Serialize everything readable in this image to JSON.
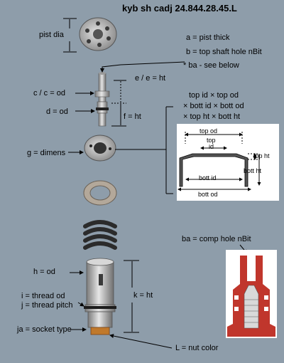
{
  "title": "kyb sh cadj    24.844.28.45.L",
  "labels": {
    "pist_dia": "pist dia",
    "a": "a = pist thick",
    "b": "b = top shaft hole nBit",
    "ba_note": "* ba - see below",
    "e": "e / e = ht",
    "c": "c / c = od",
    "d": "d = od",
    "f": "f = ht",
    "g": "g = dimens",
    "h": "h = od",
    "i": "i = thread od",
    "j": "j = thread pitch",
    "k": "k = ht",
    "ja": "ja = socket type",
    "L": "L = nut color",
    "ba": "ba = comp hole nBit"
  },
  "dims": {
    "line1": "top id × top od",
    "line2": "× bott id × bott od",
    "line3": "× top ht × bott ht"
  },
  "detail": {
    "top_od": "top od",
    "top": "top",
    "id": "id",
    "top_ht": "top ht",
    "bott_ht": "bott ht",
    "bott_id": "bott id",
    "bott_od": "bott od"
  },
  "colors": {
    "background": "#8e9daa",
    "metal": "#c9c9c9",
    "comp_red": "#c0362c"
  }
}
